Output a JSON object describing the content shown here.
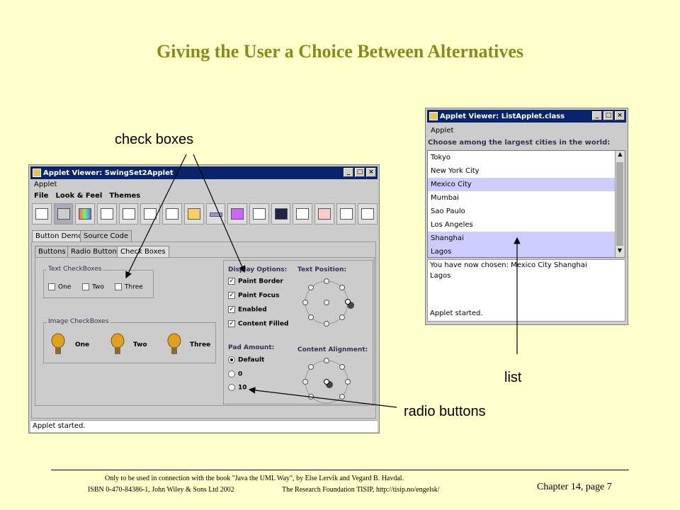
{
  "slide": {
    "title": "Giving the User a Choice Between Alternatives",
    "callouts": {
      "check_boxes": "check boxes",
      "list": "list",
      "radio_buttons": "radio buttons"
    },
    "footer": {
      "line1": "Only to be used in connection with the book \"Java the UML Way\", by Else Lervik and Vegard B. Havdal.",
      "line2a": "ISBN 0-470-84386-1, John Wiley & Sons Ltd 2002",
      "line2b": "The Research Foundation TISIP, http://tisip.no/engelsk/",
      "page": "Chapter 14, page 7"
    }
  },
  "swing_window": {
    "title": "Applet Viewer: SwingSet2Applet",
    "applet_menu": "Applet",
    "menus": [
      "File",
      "Look & Feel",
      "Themes"
    ],
    "tabs_outer": [
      "Button Demo",
      "Source Code"
    ],
    "tabs_inner": [
      "Buttons",
      "Radio Buttons",
      "Check Boxes"
    ],
    "text_checkboxes": {
      "label": "Text CheckBoxes",
      "items": [
        "One",
        "Two",
        "Three"
      ]
    },
    "image_checkboxes": {
      "label": "Image CheckBoxes",
      "items": [
        "One",
        "Two",
        "Three"
      ]
    },
    "display_options": {
      "label": "Display Options:",
      "items": [
        "Paint Border",
        "Paint Focus",
        "Enabled",
        "Content Filled"
      ]
    },
    "text_position_label": "Text Position:",
    "pad_amount": {
      "label": "Pad Amount:",
      "items": [
        "Default",
        "0",
        "10"
      ]
    },
    "content_alignment_label": "Content Alignment:",
    "status": "Applet started."
  },
  "list_window": {
    "title": "Applet Viewer: ListApplet.class",
    "applet_menu": "Applet",
    "prompt": "Choose among the largest cities in the world:",
    "cities": [
      "Tokyo",
      "New York City",
      "Mexico City",
      "Mumbai",
      "Sao Paulo",
      "Los Angeles",
      "Shanghai",
      "Lagos"
    ],
    "chosen_line1": "You have now chosen: Mexico City Shanghai",
    "chosen_line2": "Lagos",
    "status": "Applet started."
  },
  "colors": {
    "background": "#ffffcc",
    "title": "#8a8a1c",
    "titlebar": "#0a246a",
    "list_selection": "#ccccff"
  }
}
